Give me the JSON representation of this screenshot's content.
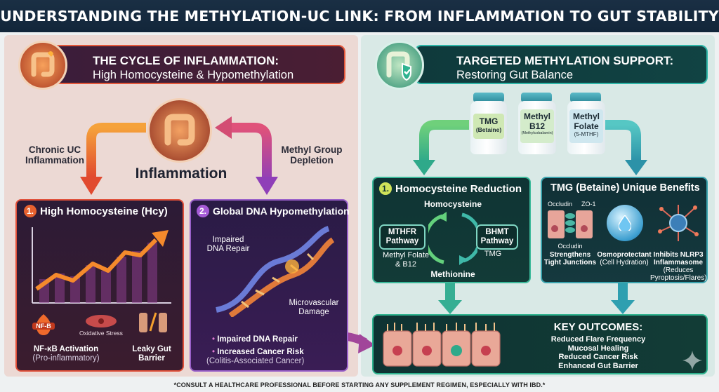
{
  "title": "‘UNDERSTANDING THE METHYLATION-UC LINK: FROM INFLAMMATION TO GUT STABILITY’",
  "left": {
    "heading_line1": "THE CYCLE OF INFLAMMATION:",
    "heading_line2": "High Homocysteine & Hypomethylation",
    "center_label": "Inflammation",
    "arrow_left_label_1": "Chronic UC",
    "arrow_left_label_2": "Inflammation",
    "arrow_right_label_1": "Methyl Group",
    "arrow_right_label_2": "Depletion",
    "card_hcy": {
      "number": "1.",
      "title": "High Homocysteine (Hcy)",
      "nfkb_badge": "NF-B",
      "oxidative": "Oxidative Stress",
      "nfkb_label": "NF-κB Activation",
      "nfkb_sub": "(Pro-inflammatory)",
      "leaky_1": "Leaky Gut",
      "leaky_2": "Barrier"
    },
    "card_dna": {
      "number": "2.",
      "title": "Global DNA Hypomethylation",
      "impaired_1": "Impaired",
      "impaired_2": "DNA Repair",
      "micro_1": "Microvascular",
      "micro_2": "Damage",
      "bullet_1": "Impaired DNA Repair",
      "bullet_2": "Increased Cancer Risk",
      "bullet_2_sub": "(Colitis-Associated Cancer)"
    }
  },
  "right": {
    "heading_line1": "TARGETED METHYLATION SUPPORT:",
    "heading_line2": "Restoring Gut Balance",
    "bottles": [
      {
        "line1": "TMG",
        "line2": "(Betaine)"
      },
      {
        "line1": "Methyl",
        "line2": "B12",
        "line3": "(Methylcobalamin)"
      },
      {
        "line1": "Methyl",
        "line2": "Folate",
        "line3": "(5-MTHF)"
      }
    ],
    "card_hr": {
      "number": "1.",
      "title": "Homocysteine Reduction",
      "top": "Homocysteine",
      "bottom": "Methionine",
      "left_pill_1": "MTHFR",
      "left_pill_2": "Pathway",
      "right_pill_1": "BHMT",
      "right_pill_2": "Pathway",
      "left_sub_1": "Methyl Folate",
      "left_sub_2": "& B12",
      "right_sub": "TMG"
    },
    "card_tmg": {
      "title": "TMG (Betaine) Unique Benefits",
      "occludin_top": "Occludin",
      "zo1": "ZO-1",
      "occludin_bottom": "Occludin",
      "b1_1": "Strengthens",
      "b1_2": "Tight Junctions",
      "b2_1": "Osmoprotectant",
      "b2_2": "(Cell Hydration)",
      "b3_1": "Inhibits NLRP3",
      "b3_2": "Inflammasome",
      "b3_3": "(Reduces",
      "b3_4": "Pyroptosis/Flares)"
    },
    "card_ko": {
      "title": "KEY OUTCOMES:",
      "items": [
        "Reduced Flare Frequency",
        "Mucosal Healing",
        "Reduced Cancer Risk",
        "Enhanced Gut Barrier"
      ]
    }
  },
  "footer": "*CONSULT A HEALTHCARE PROFESSIONAL BEFORE STARTING ANY SUPPLEMENT REGIMEN, ESPECIALLY WITH IBD.*",
  "colors": {
    "inflammation": "#e4583b",
    "support": "#2fb6a8",
    "navy": "#12263a"
  }
}
